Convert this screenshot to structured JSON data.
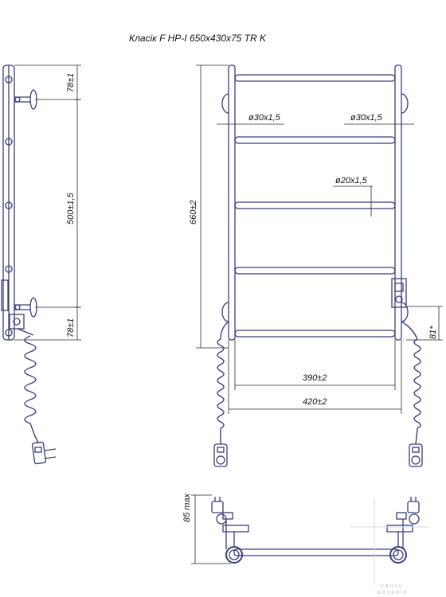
{
  "title": "Класік F HP-I  650х430х75 TR K",
  "dimensions": {
    "side_top": "78±1",
    "side_middle": "500±1,5",
    "side_bottom": "78±1",
    "height": "660±2",
    "rail_left": "ø30х1,5",
    "rail_right": "ø30х1,5",
    "bar": "ø20х1,5",
    "inner_width": "390±2",
    "outer_width": "420±2",
    "heater_offset": "81*",
    "depth": "85 max"
  },
  "watermark": {
    "line1": "vannu",
    "line2": "pasaule"
  },
  "colors": {
    "line": "#3a3f78",
    "dimension": "#2a2a2a"
  }
}
